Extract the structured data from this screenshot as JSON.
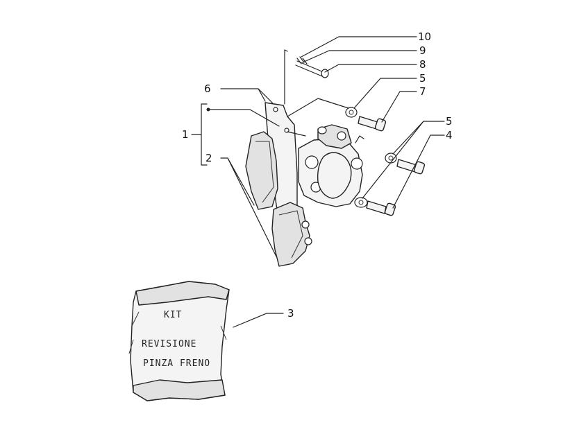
{
  "callouts": {
    "n1": "1",
    "n2": "2",
    "n3": "3",
    "n4": "4",
    "n5a": "5",
    "n5b": "5",
    "n6": "6",
    "n7": "7",
    "n8": "8",
    "n9": "9",
    "n10": "10"
  },
  "kit_bag": {
    "line1": "KIT",
    "line2": "REVISIONE",
    "line3": "PINZA FRENO"
  }
}
